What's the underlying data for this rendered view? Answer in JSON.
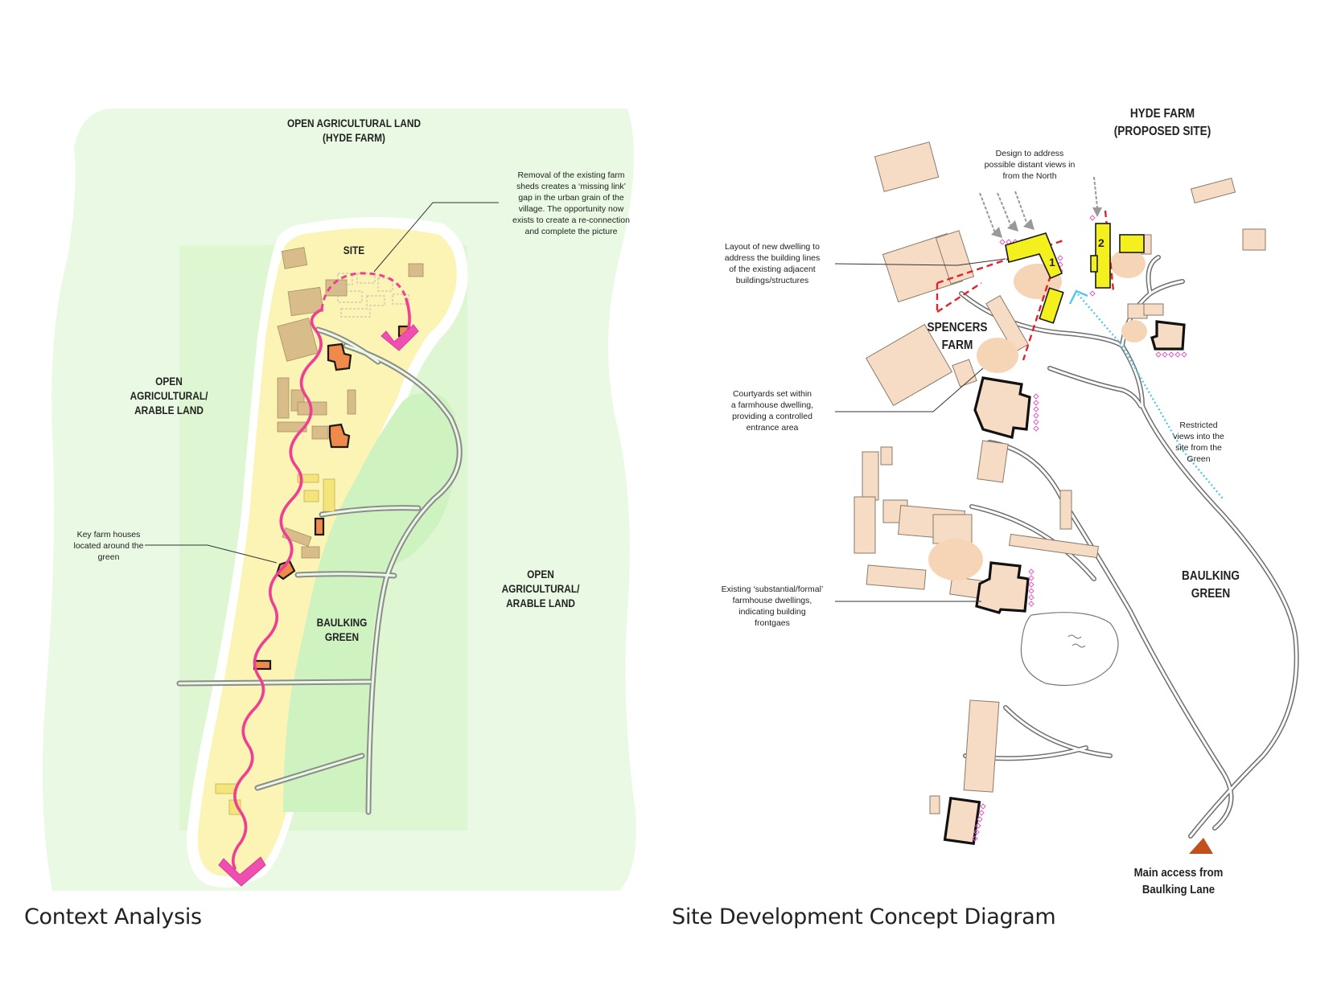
{
  "captions": {
    "left": "Context Analysis",
    "right": "Site Development Concept Diagram"
  },
  "left_panel": {
    "labels": {
      "open_land_north": "OPEN AGRICULTURAL LAND\n(HYDE FARM)",
      "site": "SITE",
      "open_arable_west": "OPEN\nAGRICULTURAL/\nARABLE LAND",
      "open_arable_east": "OPEN\nAGRICULTURAL/\nARABLE LAND",
      "baulking_green": "BAULKING\nGREEN"
    },
    "notes": {
      "removal": "Removal of the existing farm\nsheds creates a ‘missing link’\ngap in the urban grain of the\nvillage. The opportunity now\nexists to create a re-connection\nand complete the picture",
      "key_farm": "Key farm houses\nlocated around the\ngreen"
    }
  },
  "right_panel": {
    "labels": {
      "hyde_farm": "HYDE FARM\n(PROPOSED SITE)",
      "spencers_farm": "SPENCERS\nFARM",
      "baulking_green": "BAULKING\nGREEN",
      "main_access": "Main access from\nBaulking Lane"
    },
    "notes": {
      "distant_views": "Design to address\npossible distant views in\nfrom the North",
      "layout": "Layout of new dwelling to\naddress the building lines\nof the existing adjacent\nbuildings/structures",
      "courtyards": "Courtyards set within\na farmhouse dwelling,\nproviding a controlled\nentrance area",
      "restricted": "Restricted\nviews into the\nsite from the\nGreen",
      "existing": "Existing ‘substantial/formal’\nfarmhouse dwellings,\nindicating building\nfrontgaes"
    },
    "dwelling_numbers": [
      "1",
      "2"
    ]
  },
  "colors": {
    "agri_green": "#eaf9e3",
    "green_mid": "#d2f3c5",
    "site_yellow": "#fbf4b4",
    "building_tan": "#d8bd8a",
    "farmhouse_orange": "#f08a4b",
    "route_pink": "#ef3f92",
    "arrow_magenta": "#ef4fb0",
    "building_peach": "#f7dcc5",
    "new_dwelling_yellow": "#f4f01d",
    "red_dash": "#e2232b",
    "view_blue": "#4ec9e8",
    "access_arrow": "#c0511b"
  }
}
